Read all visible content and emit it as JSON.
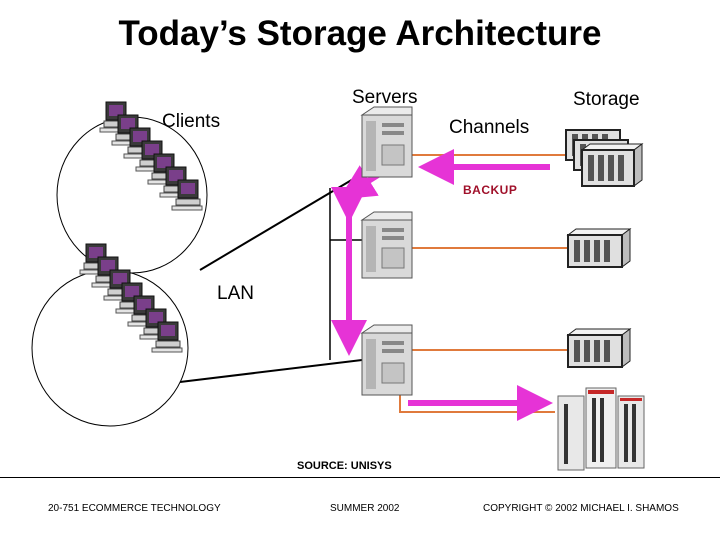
{
  "title": "Today’s Storage Architecture",
  "labels": {
    "servers": "Servers",
    "storage": "Storage",
    "clients": "Clients",
    "channels": "Channels",
    "backup": "BACKUP",
    "lan": "LAN",
    "source": "SOURCE: UNISYS"
  },
  "footer": {
    "course": "20-751 ECOMMERCE TECHNOLOGY",
    "term": "SUMMER 2002",
    "copyright": "COPYRIGHT © 2002 MICHAEL I. SHAMOS"
  },
  "colors": {
    "channel_line": "#e07a3c",
    "backup_arrow": "#e633d6",
    "lan_line": "#000000",
    "server_body": "#d9d9d9",
    "storage_body": "#e0e0e0",
    "monitor_screen": "#7a3f8a"
  },
  "icons": {
    "server": "server-tower-icon",
    "storage": "disk-array-icon",
    "client": "desktop-computer-icon",
    "mainframe": "mainframe-storage-icon"
  }
}
